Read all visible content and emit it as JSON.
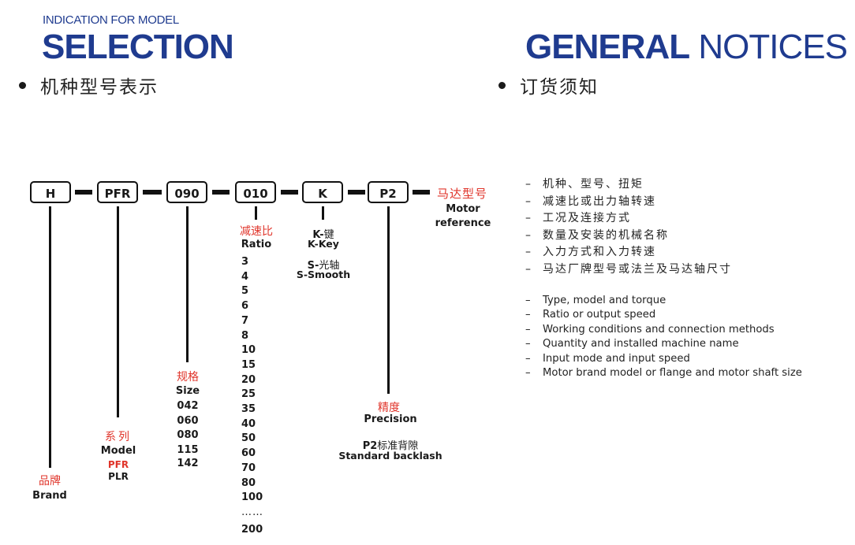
{
  "left_header": {
    "subtitle": "INDICATION FOR MODEL",
    "title": "SELECTION",
    "cn": "机种型号表示"
  },
  "right_header": {
    "title_bold": "GENERAL",
    "title_light": "NOTICES",
    "cn": "订货须知"
  },
  "code_boxes": [
    "H",
    "PFR",
    "090",
    "010",
    "K",
    "P2"
  ],
  "motor_ref": {
    "cn": "马达型号",
    "en1": "Motor",
    "en2": "reference"
  },
  "brand": {
    "cn": "品牌",
    "en": "Brand"
  },
  "model": {
    "cn": "系列",
    "en": "Model",
    "opt1": "PFR",
    "opt2": "PLR"
  },
  "size": {
    "cn": "规格",
    "en": "Size",
    "values": [
      "042",
      "060",
      "080",
      "115",
      "142"
    ]
  },
  "ratio": {
    "cn": "减速比",
    "en": "Ratio",
    "values": [
      "3",
      "4",
      "5",
      "6",
      "7",
      "8",
      "10",
      "15",
      "20",
      "25",
      "35",
      "40",
      "50",
      "60",
      "70",
      "80",
      "100",
      "……",
      "200"
    ]
  },
  "shaft": {
    "k_code": "K-",
    "k_cn": "键",
    "k_en": "K-Key",
    "s_code": "S-",
    "s_cn": "光轴",
    "s_en": "S-Smooth"
  },
  "precision": {
    "cn": "精度",
    "en": "Precision",
    "p2_code": "P2",
    "p2_cn": "标准背隙",
    "p2_en": "Standard backlash"
  },
  "notices_cn": [
    "机种、型号、扭矩",
    "减速比或出力轴转速",
    "工况及连接方式",
    "数量及安装的机械名称",
    "入力方式和入力转速",
    "马达厂牌型号或法兰及马达轴尺寸"
  ],
  "notices_en": [
    "Type, model and torque",
    "Ratio or output speed",
    "Working conditions and connection methods",
    "Quantity and installed machine name",
    "Input mode and input speed",
    "Motor brand model or flange and motor shaft size"
  ],
  "colors": {
    "title_blue": "#1f3b8f",
    "accent_red": "#e0352b"
  }
}
